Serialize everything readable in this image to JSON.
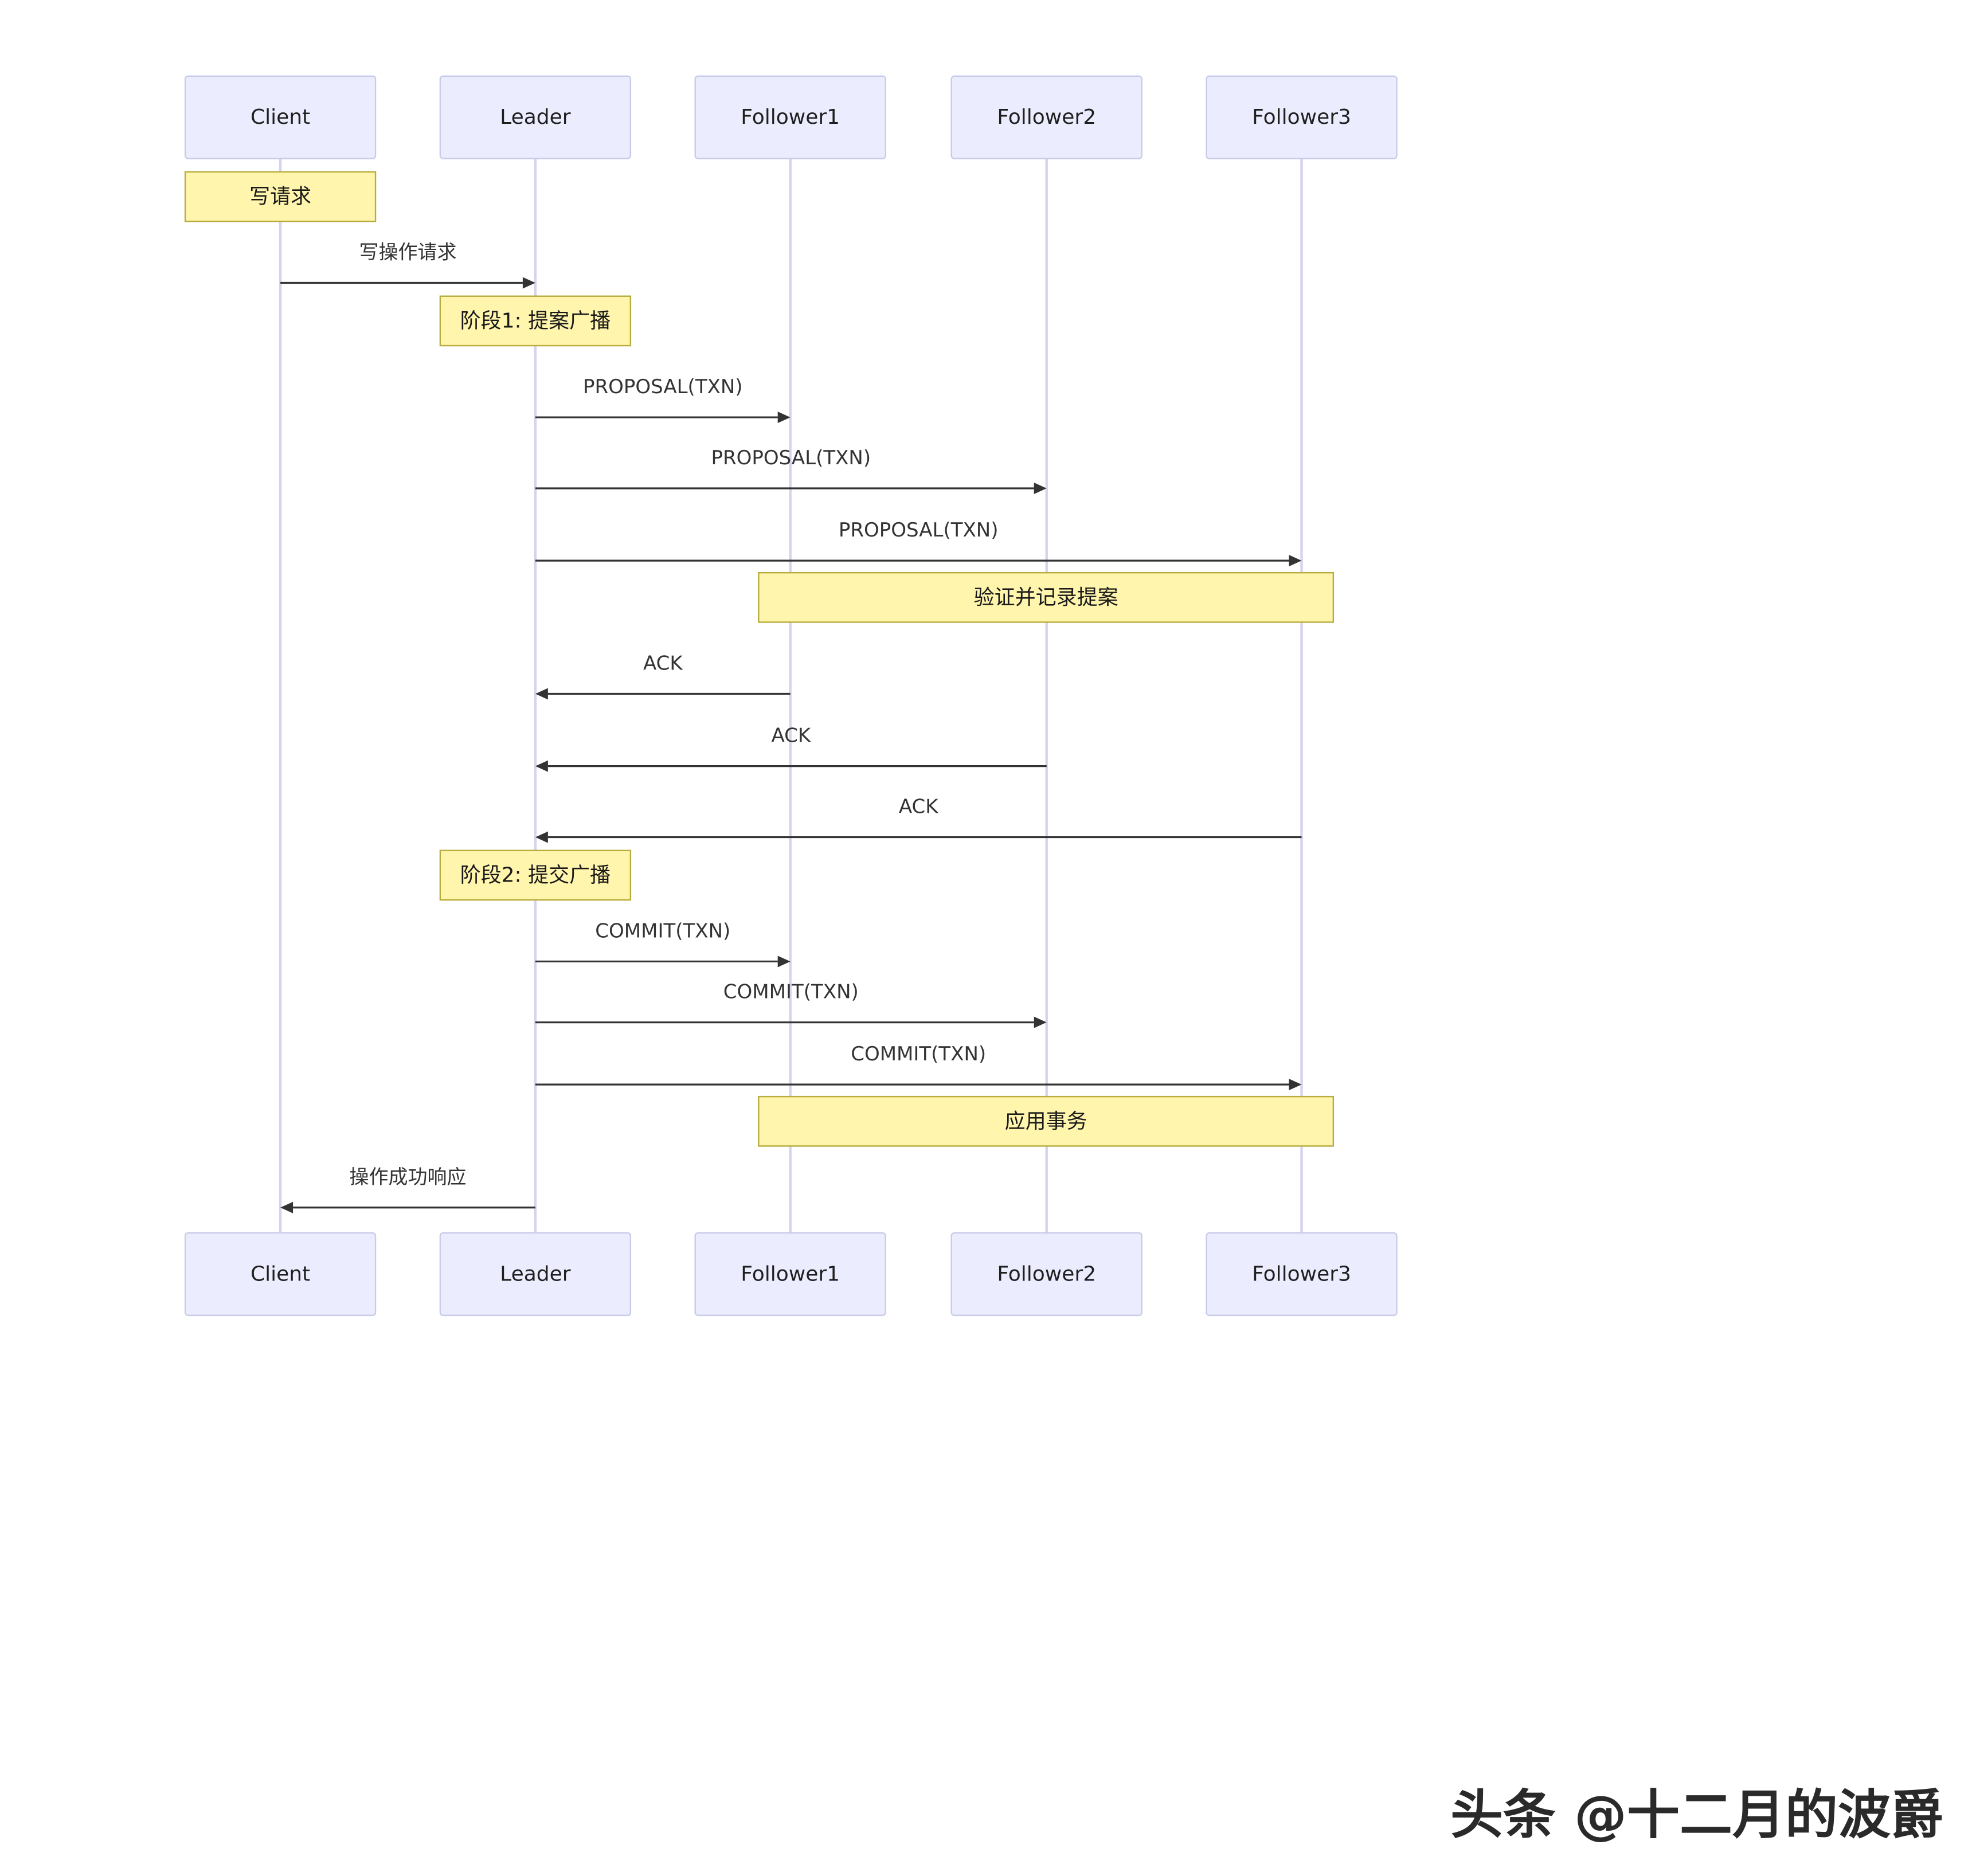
{
  "actors": [
    {
      "id": "client",
      "label": "Client"
    },
    {
      "id": "leader",
      "label": "Leader"
    },
    {
      "id": "follower1",
      "label": "Follower1"
    },
    {
      "id": "follower2",
      "label": "Follower2"
    },
    {
      "id": "follower3",
      "label": "Follower3"
    }
  ],
  "events": [
    {
      "kind": "note",
      "over": [
        "client"
      ],
      "text": "写请求"
    },
    {
      "kind": "message",
      "from": "client",
      "to": "leader",
      "text": "写操作请求"
    },
    {
      "kind": "note",
      "over": [
        "leader"
      ],
      "text": "阶段1: 提案广播"
    },
    {
      "kind": "message",
      "from": "leader",
      "to": "follower1",
      "text": "PROPOSAL(TXN)"
    },
    {
      "kind": "message",
      "from": "leader",
      "to": "follower2",
      "text": "PROPOSAL(TXN)"
    },
    {
      "kind": "message",
      "from": "leader",
      "to": "follower3",
      "text": "PROPOSAL(TXN)"
    },
    {
      "kind": "note",
      "over": [
        "follower1",
        "follower3"
      ],
      "text": "验证并记录提案"
    },
    {
      "kind": "message",
      "from": "follower1",
      "to": "leader",
      "text": "ACK"
    },
    {
      "kind": "message",
      "from": "follower2",
      "to": "leader",
      "text": "ACK"
    },
    {
      "kind": "message",
      "from": "follower3",
      "to": "leader",
      "text": "ACK"
    },
    {
      "kind": "note",
      "over": [
        "leader"
      ],
      "text": "阶段2: 提交广播"
    },
    {
      "kind": "message",
      "from": "leader",
      "to": "follower1",
      "text": "COMMIT(TXN)"
    },
    {
      "kind": "message",
      "from": "leader",
      "to": "follower2",
      "text": "COMMIT(TXN)"
    },
    {
      "kind": "message",
      "from": "leader",
      "to": "follower3",
      "text": "COMMIT(TXN)"
    },
    {
      "kind": "note",
      "over": [
        "follower1",
        "follower3"
      ],
      "text": "应用事务"
    },
    {
      "kind": "message",
      "from": "leader",
      "to": "client",
      "text": "操作成功响应"
    }
  ],
  "watermark": "头条 @十二月的波爵"
}
